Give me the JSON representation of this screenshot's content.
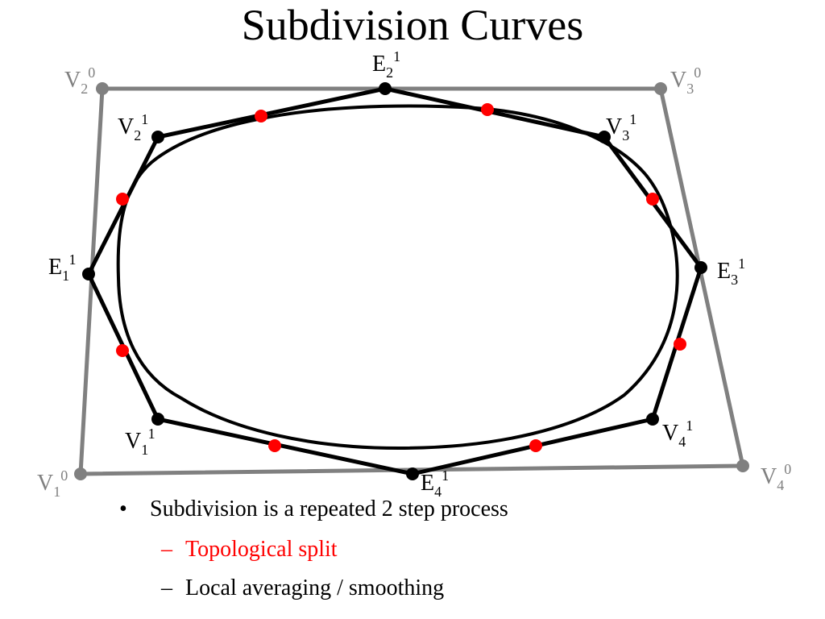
{
  "title": "Subdivision Curves",
  "colors": {
    "control_polygon": "#808080",
    "refined_polygon": "#000000",
    "new_points": "#ff0000",
    "limit_curve": "#000000",
    "split_text": "#ff0000"
  },
  "labels": {
    "v1_0": {
      "base": "V",
      "sub": "1",
      "sup": "0"
    },
    "v2_0": {
      "base": "V",
      "sub": "2",
      "sup": "0"
    },
    "v3_0": {
      "base": "V",
      "sub": "3",
      "sup": "0"
    },
    "v4_0": {
      "base": "V",
      "sub": "4",
      "sup": "0"
    },
    "v1_1": {
      "base": "V",
      "sub": "1",
      "sup": "1"
    },
    "v2_1": {
      "base": "V",
      "sub": "2",
      "sup": "1"
    },
    "v3_1": {
      "base": "V",
      "sub": "3",
      "sup": "1"
    },
    "v4_1": {
      "base": "V",
      "sub": "4",
      "sup": "1"
    },
    "e1_1": {
      "base": "E",
      "sub": "1",
      "sup": "1"
    },
    "e2_1": {
      "base": "E",
      "sub": "2",
      "sup": "1"
    },
    "e3_1": {
      "base": "E",
      "sub": "3",
      "sup": "1"
    },
    "e4_1": {
      "base": "E",
      "sub": "4",
      "sup": "1"
    }
  },
  "bullets": {
    "main": "Subdivision is a repeated 2 step process",
    "marker": "•",
    "dash": "–",
    "step1": "Topological split",
    "step2": "Local averaging / smoothing"
  }
}
